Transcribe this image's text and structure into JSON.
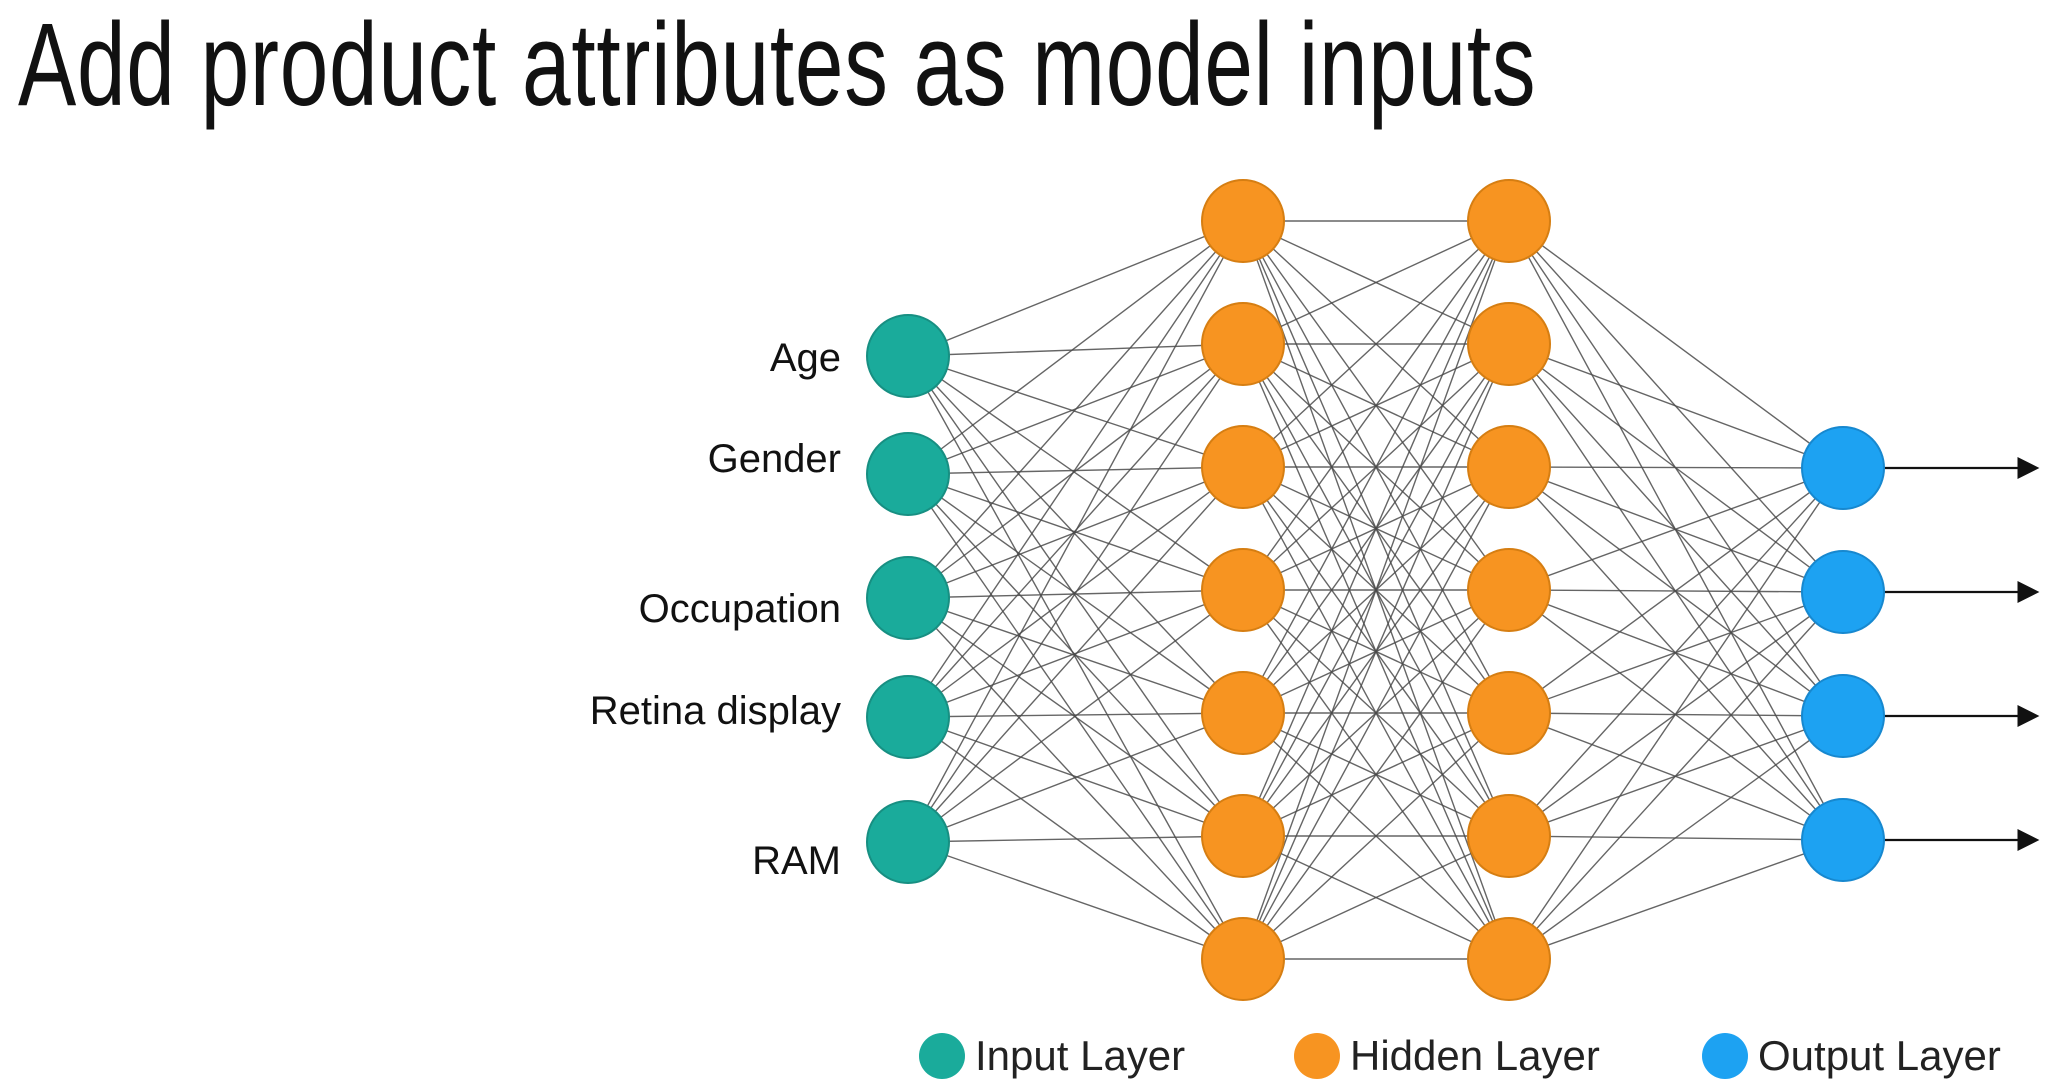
{
  "slide": {
    "title": "Add product attributes as model inputs"
  },
  "network": {
    "colors": {
      "input": "#1aab9b",
      "input_stroke": "#178f82",
      "hidden": "#f79421",
      "hidden_stroke": "#d67e12",
      "output": "#1da2f2",
      "output_stroke": "#1788cf",
      "edge": "#4a4a4a"
    },
    "inputs": [
      {
        "label": "Age"
      },
      {
        "label": "Gender"
      },
      {
        "label": "Occupation"
      },
      {
        "label": "Retina display"
      },
      {
        "label": "RAM"
      }
    ],
    "hidden_layers": [
      {
        "neurons": 7
      },
      {
        "neurons": 7
      }
    ],
    "outputs": [
      {
        "has_arrow": true
      },
      {
        "has_arrow": true
      },
      {
        "has_arrow": true
      },
      {
        "has_arrow": true
      }
    ]
  },
  "legend": {
    "input_label": "Input Layer",
    "hidden_label": "Hidden Layer",
    "output_label": "Output Layer"
  }
}
